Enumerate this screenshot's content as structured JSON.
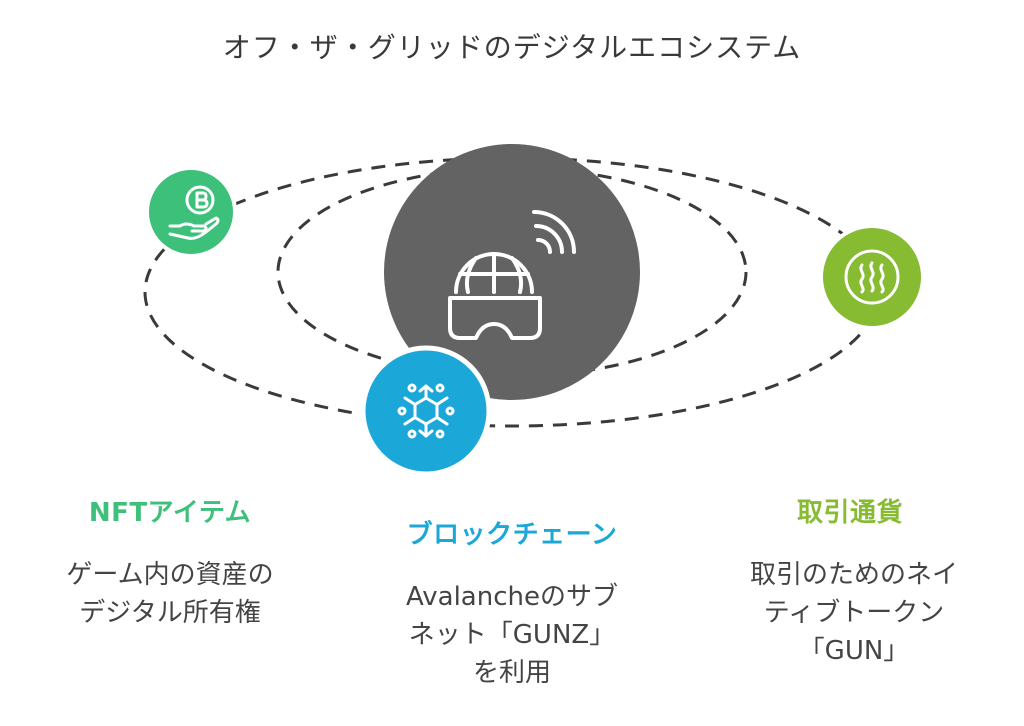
{
  "title": "オフ・ザ・グリッドのデジタルエコシステム",
  "center": {
    "icon": "globe-vr-headset-icon"
  },
  "nodes": [
    {
      "key": "nft",
      "icon": "coin-in-hand-icon",
      "color": "#3cc07a",
      "heading": "NFTアイテム",
      "desc_lines": [
        "ゲーム内の資産の",
        "デジタル所有権"
      ]
    },
    {
      "key": "chain",
      "icon": "snowflake-network-icon",
      "color": "#1ba8d8",
      "heading": "ブロックチェーン",
      "desc_lines": [
        "Avalancheのサブ",
        "ネット「GUNZ」",
        "を利用"
      ]
    },
    {
      "key": "currency",
      "icon": "steam-heat-icon",
      "color": "#86bb32",
      "heading": "取引通貨",
      "desc_lines": [
        "取引のためのネイ",
        "ティブトークン",
        "「GUN」"
      ]
    }
  ],
  "colors": {
    "center": "#636363",
    "orbit": "#3a3a3a"
  }
}
